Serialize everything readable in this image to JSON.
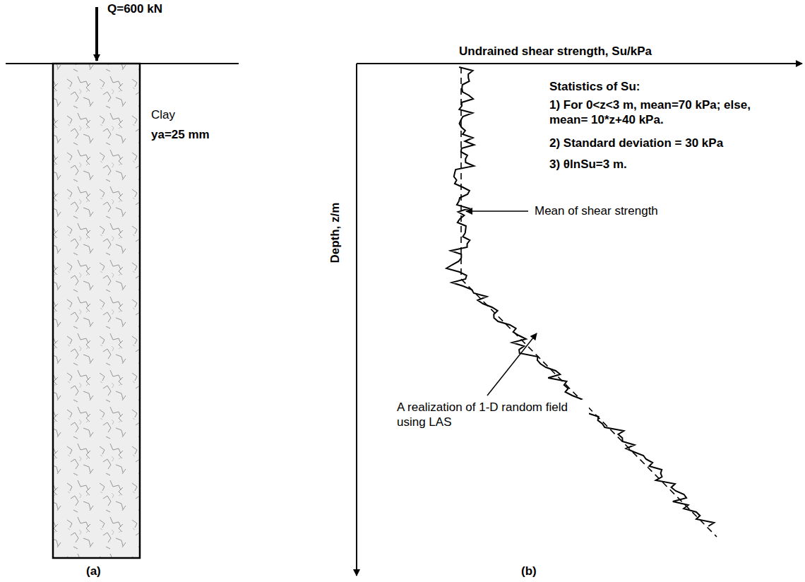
{
  "diagram": {
    "labels": [
      "Q=600 kN",
      "Clay",
      "ya=25 mm",
      "(a)",
      "Undrained shear strength, Su/kPa",
      "Depth, z/m",
      "Statistics of Su:",
      "1) For 0<z<3 m, mean=70 kPa; else, mean= 10*z+40 kPa.",
      "2) Standard deviation = 30 kPa",
      "3) θlnSu=3 m.",
      "Mean of shear strength",
      "A realization of 1-D random field using LAS",
      "(b)"
    ]
  }
}
